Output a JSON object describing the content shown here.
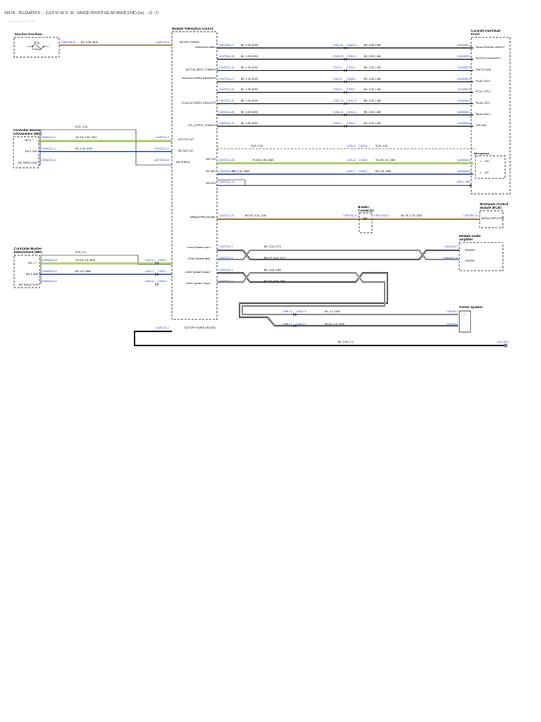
{
  "header": "419-05 - TELEMATICS — EJLR 02 96 21 40 - RANGE ROVER VELAR 85WD (LHD) (4a) — (1 / 2)",
  "subheader": "Jaguar Land Rover Ltd 2017",
  "modules": {
    "telematics": "Module-Telematics control",
    "junction_box": "Junction box-Rear",
    "console_overhead": [
      "Console-Overhead-",
      "Front"
    ],
    "imc_top": [
      "Controller-Master-",
      "Infotainment (IMC)"
    ],
    "imc_bottom": [
      "Controller-Master-",
      "Infotainment (IMC)"
    ],
    "microphone": "Microphone",
    "header_connector": [
      "Header-",
      "Connector"
    ],
    "rcm": [
      "Restraints Control",
      "Module (RCM)"
    ],
    "audio_amp": [
      "Module-Audio",
      "amplifier"
    ],
    "center_speaker": "Center speaker"
  },
  "junction_box": {
    "fuse": "RF28",
    "rating": "5.0 Amps"
  },
  "telematics_pins": [
    "BATTERY POWER",
    "SOS/ECALL Button",
    "BUTTON_INPUT_COMMON",
    "ECALL ACTIVATED INDICATOR",
    "ECALL ACTIVATED INDICATOR",
    "LED_OUTPUT_COMMON",
    "MIC POS OUT",
    "MIC NEG OUT",
    "MIC SHIELD",
    "MIC POS",
    "MIC NEG",
    "MIC SCR",
    "AIRBAG FIRED SIGNAL",
    "Centre Speaker Input +",
    "Centre Speaker Input -",
    "Centre Speaker Output +",
    "Centre Speaker Output -",
    "BATTERY POWER GROUND"
  ],
  "console_pins": [
    "BCALL/SOSCALL SWITCH",
    "BUTTON DIAGNOSTIC",
    "SWITCH GND",
    "ECALL LED 1",
    "ECALL LED 2",
    "BCALL LED 1",
    "BCALL LED 2",
    "LED GND"
  ],
  "wires_right": [
    {
      "l": "C4MT31A-17",
      "s": "BK, 0.35, 6200",
      "c1": "C30C-12",
      "c2": "C30D-12",
      "s2": "BK, 0.35, 1060",
      "r": "C8LN28B-1"
    },
    {
      "l": "C4MT31A-15",
      "s": "BK, 0.35, 6200",
      "c1": "C30C-13",
      "c2": "C30D-13",
      "s2": "BK, 0.35, 1060",
      "r": "C8LN28B-2"
    },
    {
      "l": "C4MT31A-16",
      "s": "BK, 0.35, 6200",
      "c1": "C30C-6",
      "c2": "C30D-6",
      "s2": "BK, 0.35, 1060",
      "r": "C8LN28B-3"
    },
    {
      "l": "C4MT31A-27",
      "s": "BK, 0.35, 6200",
      "c1": "C30C-8",
      "c2": "C30D-8",
      "s2": "BK, 0.35, 1060",
      "r": "C8LN28B-4"
    },
    {
      "l": "C4MT31A-26",
      "s": "BK, 0.35, 6200",
      "c1": "C30C-9",
      "c2": "C30D-9",
      "s2": "BK, 0.35, 1060",
      "r": "C8LN28B-5"
    },
    {
      "l": "C4MT31A-26",
      "s": "BK, 0.35, 6200",
      "c1": "C30C-10",
      "c2": "C30D-10",
      "s2": "BK, 0.35, 1060",
      "r": "C8LN28B-6"
    },
    {
      "l": "C4MT31A-28",
      "s": "BK, 0.35, 6200",
      "c1": "C30C-11",
      "c2": "C30D-11",
      "s2": "BK, 0.35, 1060",
      "r": "C8LN28B-7"
    },
    {
      "l": "C4MT31A-19",
      "s": "BK, 0.35, 6200",
      "c1": "C30C-7",
      "c2": "C30D-7",
      "s2": "BK, 0.35, 1060",
      "r": "C8LN28B-8"
    }
  ],
  "power_wire": {
    "l": "C4BR02B-15",
    "s": "BN, 0.35, 4810",
    "r": "C4MT31A-8"
  },
  "mic_top": {
    "scr": "SCR, 0.35,",
    "w1": {
      "l": "C4MA01A-10",
      "s": "YE-GN, 0.35, 1870",
      "r": "C4MT31A-9"
    },
    "w2": {
      "l": "C4MA01A-12",
      "s": "BU, 0.35, 6200",
      "r": "C4MT31A-11"
    },
    "w3": {
      "l": "C4MA01A-13",
      "r": "C4MT31A-10"
    },
    "pins": [
      "MIC 1 +",
      "MIC 1 GND",
      "MIC SHIELD GND"
    ]
  },
  "mic_right": {
    "scr1": "SCR, 0.35,",
    "c1": "C40C-8",
    "c2": "C40D-8",
    "scr2": "SCR, 0.35,",
    "w1": {
      "l": "C4MT31A-24",
      "s": "YE-GN, 0.35, 4665",
      "c1": "C40C-6",
      "c2": "C40D-6",
      "s2": "YE-GN, 0.5, 1060",
      "r": "C8LN28A-1"
    },
    "w2": {
      "l": "C4MT31A-20",
      "s": "BU, 0.35, 4665",
      "c1": "C40C-7",
      "c2": "C40D-7",
      "s2": "BU, 0.5, 1060",
      "r": "C8LN28A-2"
    },
    "w3": {
      "l": "C4MT31A-33",
      "r": "S8012-GND"
    },
    "pins": [
      "MIC +",
      "MIC -"
    ],
    "pin_nums": [
      "1",
      "2"
    ]
  },
  "airbag": {
    "l": "C4MT31A-25",
    "s": "BN-YE, 0.35, 2195",
    "c1": "C6PCR11A-2",
    "c2": "C6PCR11B-2",
    "s2": "BN-YE, 0.35, 3455",
    "r": "C2P11RB-34",
    "pin": "AIR BAG DEPLOYED"
  },
  "mic_bottom": {
    "scr": "SCR, 0.5,",
    "w1": {
      "l": "C4MA01A-16",
      "s": "YE-GN, 0.5, 4870",
      "c1": "C40C-6",
      "c2": "C40D-6"
    },
    "w2": {
      "l": "C4MA01A-15",
      "s": "BU, 0.5, 4880",
      "c1": "C40C-7",
      "c2": "C40D-7"
    },
    "w3": {
      "l": "C4MA01A-12",
      "c1": "C40C-8",
      "c2": "C40D-8"
    },
    "pins": [
      "MIC 1 +",
      "MIC 1 GND",
      "MIC SHIELD GND"
    ]
  },
  "speaker": {
    "in_p": {
      "l": "C4MT31H-2",
      "s": "BK, 0.35, 3770",
      "r": "C4MA02B-7"
    },
    "in_n": {
      "l": "C4MT31H-4",
      "s": "BK-GY, 0.35, 3770",
      "r": "C4MA02B-15"
    },
    "out_p": {
      "l": "C4MT31H-3",
      "s": "BK, 0.35, 4780"
    },
    "out_n": {
      "l": "C4MT31H-1",
      "s": "BK-GY, 0.35, 4780"
    },
    "amp_pins": [
      "CENTRE +",
      "CENTRE -"
    ],
    "spk_w1": {
      "c1": "C1BB1-8",
      "c2": "C1BA1-8",
      "s": "BK, 0.5, 2095",
      "r": "C3HE95-1"
    },
    "spk_w2": {
      "c1": "C1BB1-9",
      "c2": "C1BA1-9",
      "s": "BK-GY, 0.5, 2095",
      "r": "C3HE95-2"
    },
    "spk_pins": [
      "+",
      "-"
    ]
  },
  "ground": {
    "l": "C4MT31A-1",
    "s": "BK, 0.35, 173",
    "r": "G4C159-2"
  },
  "colors": {
    "black": "#000000",
    "brown": "#8b4a14",
    "green": "#5aa02c",
    "yellow_green": "#b8d040",
    "blue": "#1434c8",
    "tan": "#d8a028",
    "link": "#1a3ad8",
    "gray": "#888888"
  }
}
